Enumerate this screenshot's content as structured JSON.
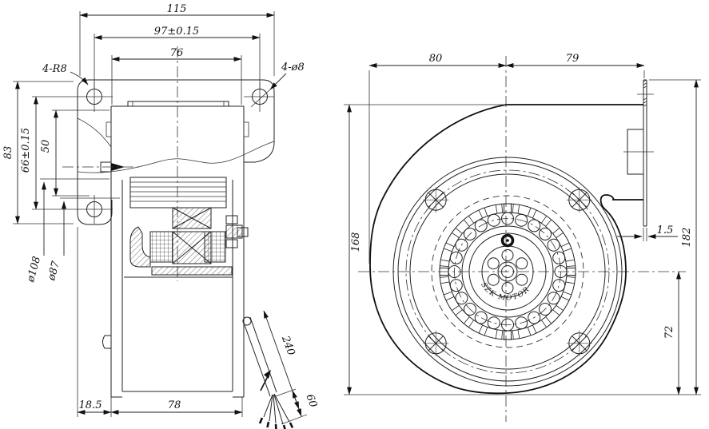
{
  "drawing": {
    "left": {
      "d115": "115",
      "d97": "97±0.15",
      "d76": "76",
      "r8": "4-R8",
      "phi8": "4-ø8",
      "d83": "83",
      "d66": "66±0.15",
      "d50": "50",
      "d108": "ø108",
      "d87": "ø87",
      "d185": "18.5",
      "d78": "78",
      "d240": "240",
      "d60": "60"
    },
    "right": {
      "d80": "80",
      "d79": "79",
      "d168": "168",
      "d15": "1.5",
      "d182": "182",
      "d72": "72",
      "motor_text": "SZK MOTOR"
    }
  }
}
